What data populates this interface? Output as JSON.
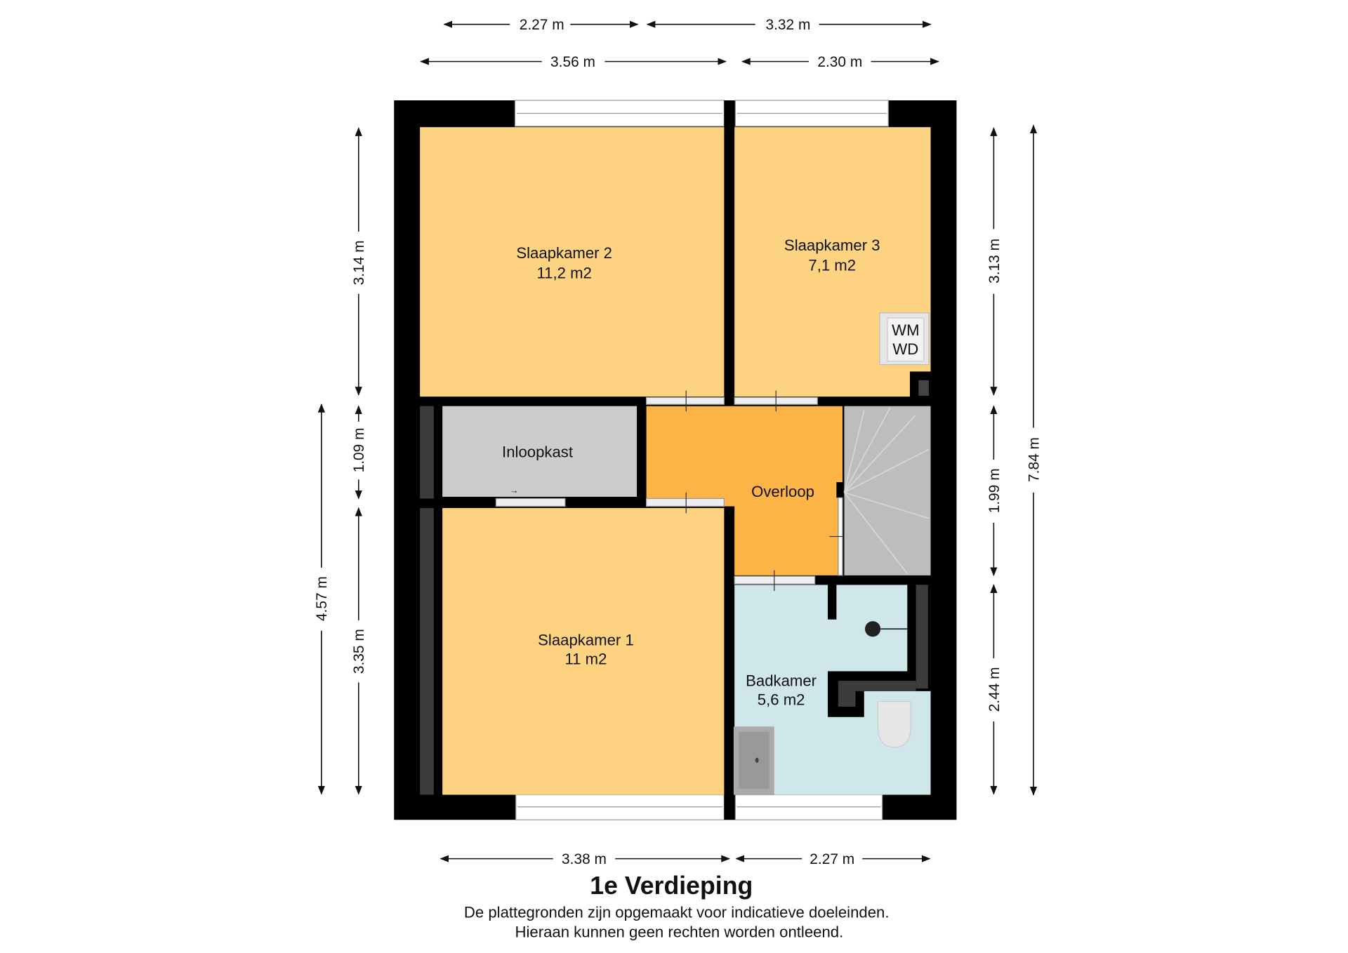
{
  "title": "1e Verdieping",
  "disclaimer": [
    "De plattegronden zijn opgemaakt voor indicatieve doeleinden.",
    "Hieraan kunnen geen rechten worden ontleend."
  ],
  "rooms": {
    "slaapkamer2": {
      "name": "Slaapkamer 2",
      "area": "11,2 m2"
    },
    "slaapkamer3": {
      "name": "Slaapkamer 3",
      "area": "7,1 m2"
    },
    "inloopkast": {
      "name": "Inloopkast"
    },
    "overloop": {
      "name": "Overloop"
    },
    "slaapkamer1": {
      "name": "Slaapkamer 1",
      "area": "11 m2"
    },
    "badkamer": {
      "name": "Badkamer",
      "area": "5,6 m2"
    }
  },
  "appliance": {
    "line1": "WM",
    "line2": "WD"
  },
  "dimensions": {
    "top_row1": [
      "2.27 m",
      "3.32 m"
    ],
    "top_row2": [
      "3.56 m",
      "2.30 m"
    ],
    "bottom": [
      "3.38 m",
      "2.27 m"
    ],
    "left_inner": [
      "3.14 m",
      "1.09 m",
      "3.35 m"
    ],
    "left_outer": "4.57 m",
    "right_inner": [
      "3.13 m",
      "1.99 m",
      "2.44 m"
    ],
    "right_outer": "7.84 m"
  },
  "colors": {
    "bedroom": "#fdd382",
    "landing": "#fcb447",
    "closet": "#cccccc",
    "bath": "#cfe6ea",
    "wall": "#000000"
  }
}
